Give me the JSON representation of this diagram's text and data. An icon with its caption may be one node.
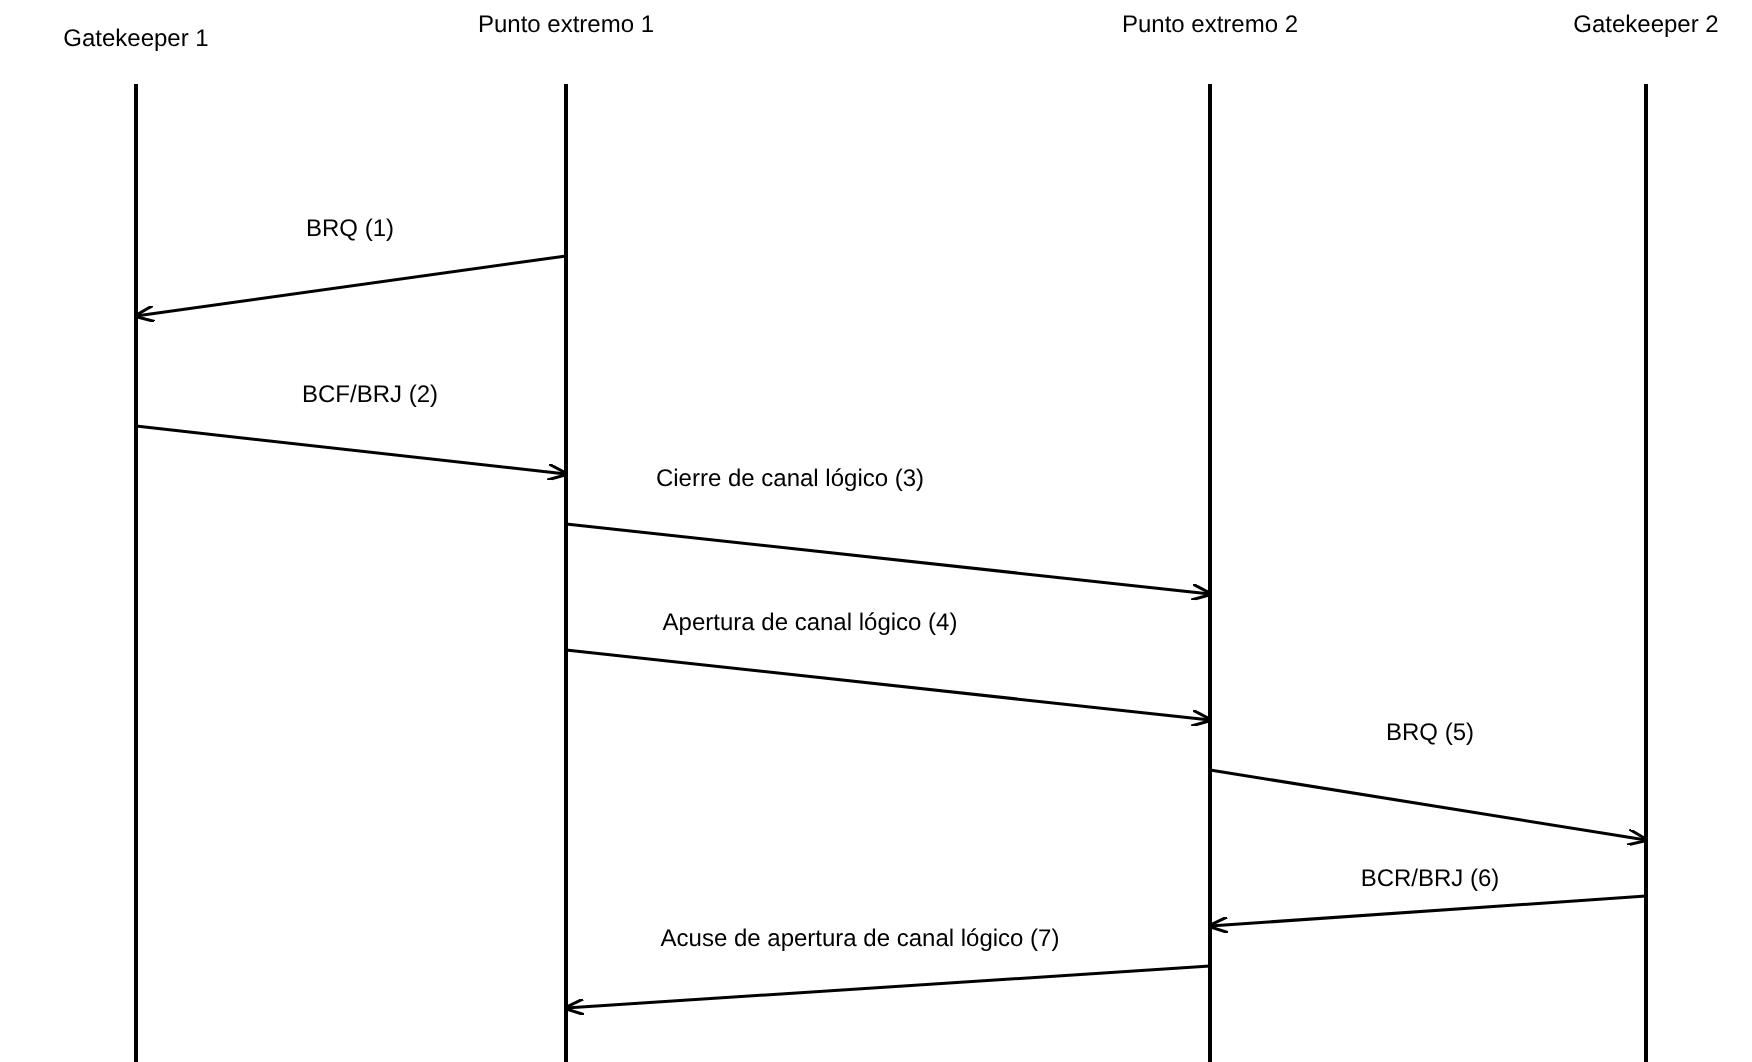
{
  "diagram": {
    "nodes": [
      {
        "text": [
          "Gatekeeper 1"
        ]
      },
      {
        "text": [
          "Punto extremo 1"
        ]
      },
      {
        "text": [
          "Punto extremo 2"
        ]
      },
      {
        "text": [
          "Gatekeeper 2"
        ]
      }
    ],
    "edges": [
      {
        "from": 1,
        "to": 0,
        "arrow": "to",
        "label": "BRQ (1)"
      },
      {
        "from": 0,
        "to": 1,
        "arrow": "to",
        "label": "BCF/BRJ (2)"
      },
      {
        "from": 1,
        "to": 2,
        "arrow": "to",
        "label": "Cierre de canal lógico (3)"
      },
      {
        "from": 1,
        "to": 2,
        "arrow": "to",
        "label": "Apertura de canal lógico (4)"
      },
      {
        "from": 2,
        "to": 3,
        "arrow": "to",
        "label": "BRQ (5)"
      },
      {
        "from": 3,
        "to": 2,
        "arrow": "to",
        "label": "BCR/BRJ (6)"
      },
      {
        "from": 2,
        "to": 1,
        "arrow": "to",
        "label": "Acuse de apertura de canal lógico (7)"
      }
    ]
  }
}
